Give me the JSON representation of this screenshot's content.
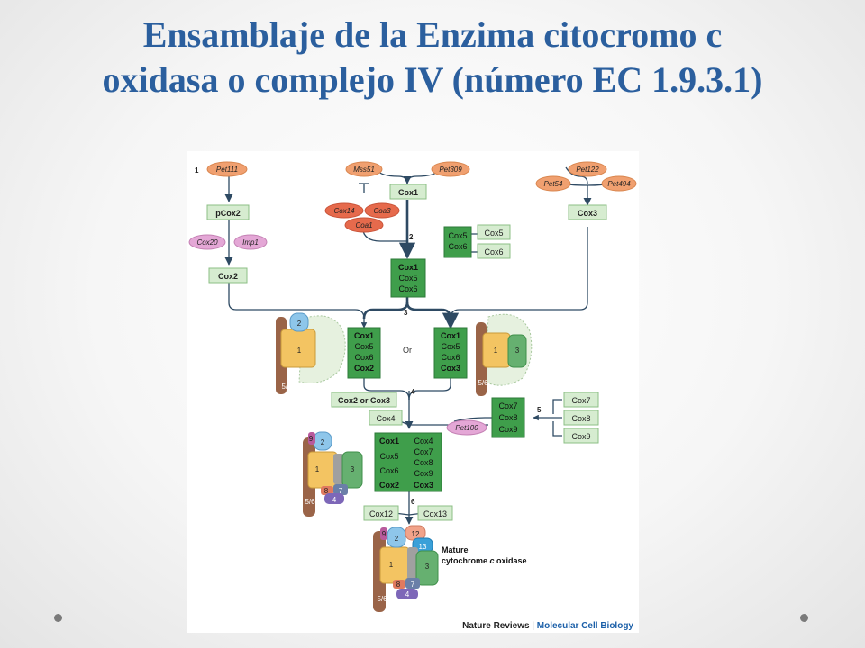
{
  "title": {
    "line1": "Ensamblaje de la Enzima citocromo c",
    "line2": "oxidasa o complejo IV (número EC 1.9.3.1)"
  },
  "steps": {
    "s1": "1",
    "s2": "2",
    "s3": "3",
    "s4": "4",
    "s5": "5",
    "s6": "6"
  },
  "factors": {
    "pet111": "Pet111",
    "mss51": "Mss51",
    "pet309": "Pet309",
    "pet122": "Pet122",
    "pet54": "Pet54",
    "pet494": "Pet494",
    "cox14": "Cox14",
    "coa3": "Coa3",
    "coa1": "Coa1",
    "cox20": "Cox20",
    "imp1": "Imp1",
    "pet100": "Pet100"
  },
  "boxes": {
    "pcox2": "pCox2",
    "cox2": "Cox2",
    "cox1": "Cox1",
    "cox3": "Cox3",
    "cox5": "Cox5",
    "cox6": "Cox6",
    "cox4": "Cox4",
    "cox7": "Cox7",
    "cox8": "Cox8",
    "cox9": "Cox9",
    "cox12": "Cox12",
    "cox13": "Cox13",
    "cox2_or_cox3": "Cox2 or Cox3",
    "or": "Or"
  },
  "subunits": {
    "u1": "1",
    "u2": "2",
    "u3": "3",
    "u56": "5/6",
    "u7": "7",
    "u8": "8",
    "u9": "9",
    "u12": "12",
    "u13": "13",
    "u4": "4"
  },
  "mature_label": {
    "line1": "Mature",
    "line2": "cytochrome ",
    "c": "c",
    "line3": " oxidase"
  },
  "credit": {
    "part1": "Nature Reviews",
    "sep": " | ",
    "part2": "Molecular Cell Biology"
  },
  "colors": {
    "title": "#2b5f9e",
    "orange": "#f0a070",
    "red": "#e66a4c",
    "pink": "#e4a7d6",
    "light_green": "#d6ecd0",
    "dark_green": "#3f9e4b",
    "arrow": "#2e4a63"
  }
}
